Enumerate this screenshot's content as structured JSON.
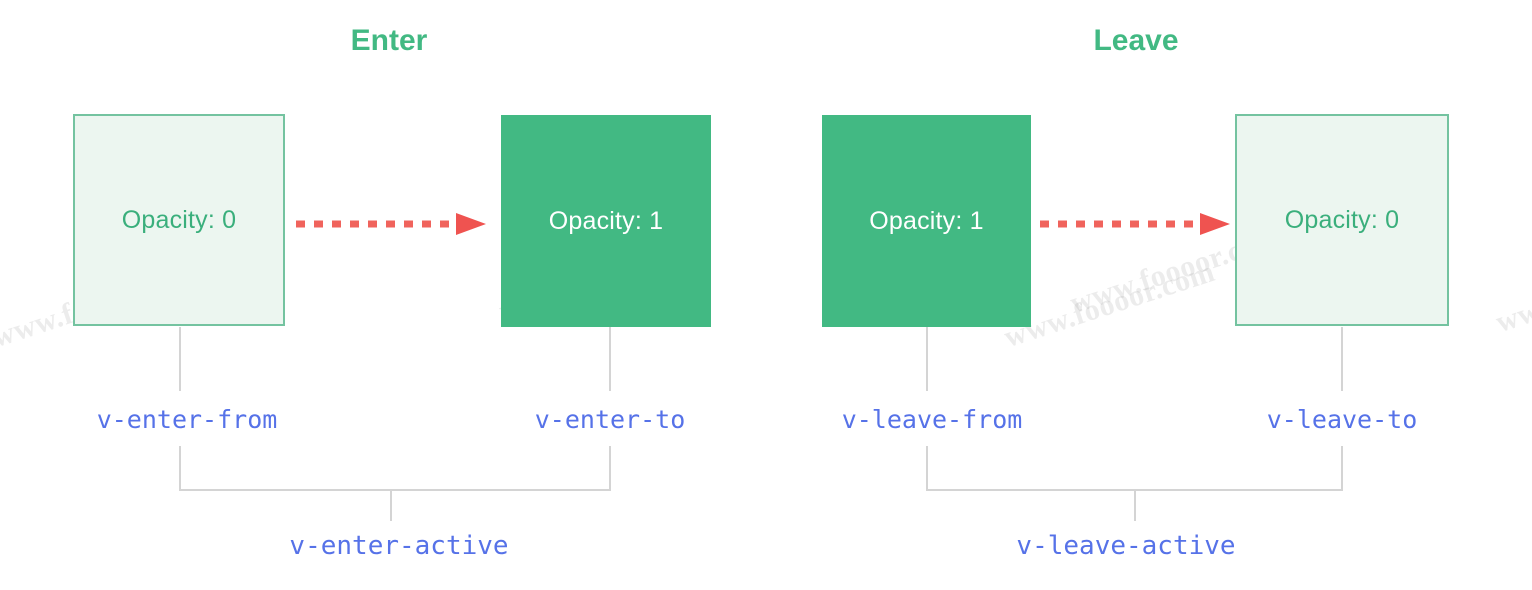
{
  "diagram": {
    "title_enter": "Enter",
    "title_leave": "Leave",
    "accent_green": "#42b983",
    "accent_green_light": "#ecf6f0",
    "accent_green_border": "#74c3a0",
    "label_blue": "#5672e8",
    "arrow_red": "#f0635c",
    "line_gray": "#d4d4d4",
    "watermark_text": "www.foooor.com"
  },
  "sections": [
    {
      "name": "enter",
      "title": "Enter",
      "from_box": {
        "text": "Opacity: 0",
        "style": "faded"
      },
      "to_box": {
        "text": "Opacity: 1",
        "style": "solid"
      },
      "from_label": "v-enter-from",
      "to_label": "v-enter-to",
      "active_label": "v-enter-active",
      "arrow_icon": "dashed-arrow-right-icon"
    },
    {
      "name": "leave",
      "title": "Leave",
      "from_box": {
        "text": "Opacity: 1",
        "style": "solid"
      },
      "to_box": {
        "text": "Opacity: 0",
        "style": "faded"
      },
      "from_label": "v-leave-from",
      "to_label": "v-leave-to",
      "active_label": "v-leave-active",
      "arrow_icon": "dashed-arrow-right-icon"
    }
  ],
  "watermarks": [
    {
      "text": "www.foooor.com"
    },
    {
      "text": "www.foooor.com"
    },
    {
      "text": "www.foooor.com"
    },
    {
      "text": "www.foooor.com"
    },
    {
      "text": "ww"
    }
  ]
}
